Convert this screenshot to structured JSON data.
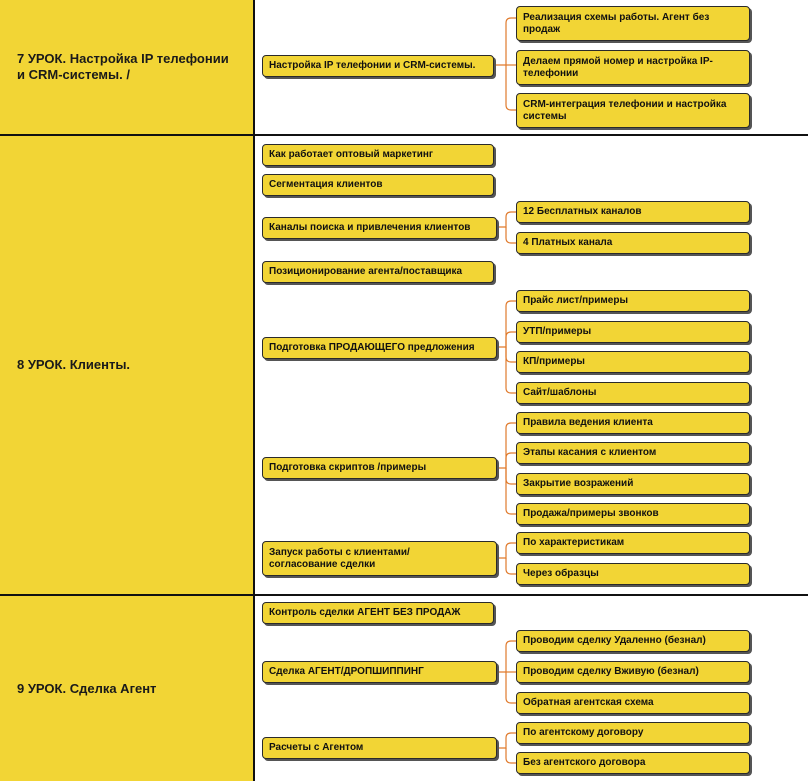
{
  "lessons": [
    {
      "title": "7 УРОК.  Настройка IP телефонии\nи  CRM-системы. /",
      "topics": [
        {
          "label": "Настройка IP телефонии и  CRM-системы.",
          "subtopics": [
            "Реализация схемы работы. Агент без\nпродаж",
            "Делаем прямой номер и настройка IP-\nтелефонии",
            "CRM-интеграция телефонии и настройка\nсистемы"
          ]
        }
      ]
    },
    {
      "title": "8 УРОК. Клиенты.",
      "topics": [
        {
          "label": "Как работает оптовый маркетинг",
          "subtopics": []
        },
        {
          "label": "Сегментация клиентов",
          "subtopics": []
        },
        {
          "label": "Каналы поиска и привлечения клиентов",
          "subtopics": [
            "12 Бесплатных каналов",
            "4 Платных канала"
          ]
        },
        {
          "label": "Позиционирование агента/поставщика",
          "subtopics": []
        },
        {
          "label": "Подготовка ПРОДАЮЩЕГО предложения",
          "subtopics": [
            "Прайс лист/примеры",
            "УТП/примеры",
            "КП/примеры",
            "Сайт/шаблоны"
          ]
        },
        {
          "label": "Подготовка скриптов /примеры",
          "subtopics": [
            "Правила ведения клиента",
            "Этапы касания с клиентом",
            "Закрытие возражений",
            "Продажа/примеры звонков"
          ]
        },
        {
          "label": "Запуск работы с клиентами/\nсогласование сделки",
          "subtopics": [
            "По характеристикам",
            "Через образцы"
          ]
        }
      ]
    },
    {
      "title": "9 УРОК. Сделка Агент",
      "topics": [
        {
          "label": "Контроль сделки АГЕНТ БЕЗ ПРОДАЖ",
          "subtopics": []
        },
        {
          "label": "Сделка АГЕНТ/ДРОПШИППИНГ",
          "subtopics": [
            "Проводим сделку Удаленно (безнал)",
            "Проводим сделку Вживую (безнал)",
            "Обратная агентская схема"
          ]
        },
        {
          "label": "Расчеты с Агентом",
          "subtopics": [
            "По агентскому договору",
            "Без агентского договора"
          ]
        }
      ]
    }
  ]
}
